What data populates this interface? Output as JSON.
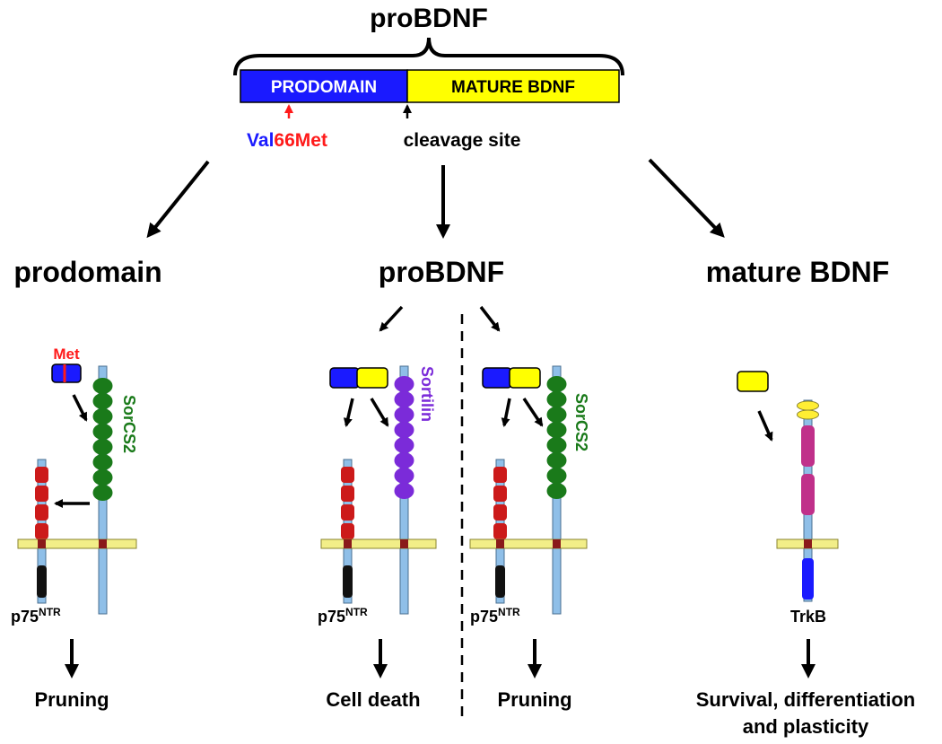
{
  "title": "proBDNF",
  "bar": {
    "prodomain_label": "PRODOMAIN",
    "mature_label": "MATURE BDNF",
    "val_text": "Val",
    "met66_text": "66Met",
    "cleavage_label": "cleavage site"
  },
  "branches": {
    "prodomain": "prodomain",
    "probdnf": "proBDNF",
    "mature": "mature BDNF"
  },
  "labels": {
    "met": "Met",
    "sorcs2_left": "SorCS2",
    "sortilin": "Sortilin",
    "sorcs2_right": "SorCS2",
    "p75_base": "p75",
    "p75_sup": "NTR",
    "trkb": "TrkB"
  },
  "outcomes": {
    "pruning_left": "Pruning",
    "cell_death": "Cell death",
    "pruning_right": "Pruning",
    "survival_line1": "Survival, differentiation",
    "survival_line2": "and plasticity"
  },
  "colors": {
    "prodomain_blue": "#1a1aff",
    "mature_yellow": "#ffff00",
    "val66met_red": "#ff1a1a",
    "p75_red": "#cc1a1a",
    "sorcs2_green": "#1a7a1a",
    "sortilin_purple": "#7b2bd9",
    "trkb_magenta": "#c0308a",
    "membrane_yellow": "#f2ee88",
    "stalk_blue": "#8fbfe8"
  }
}
